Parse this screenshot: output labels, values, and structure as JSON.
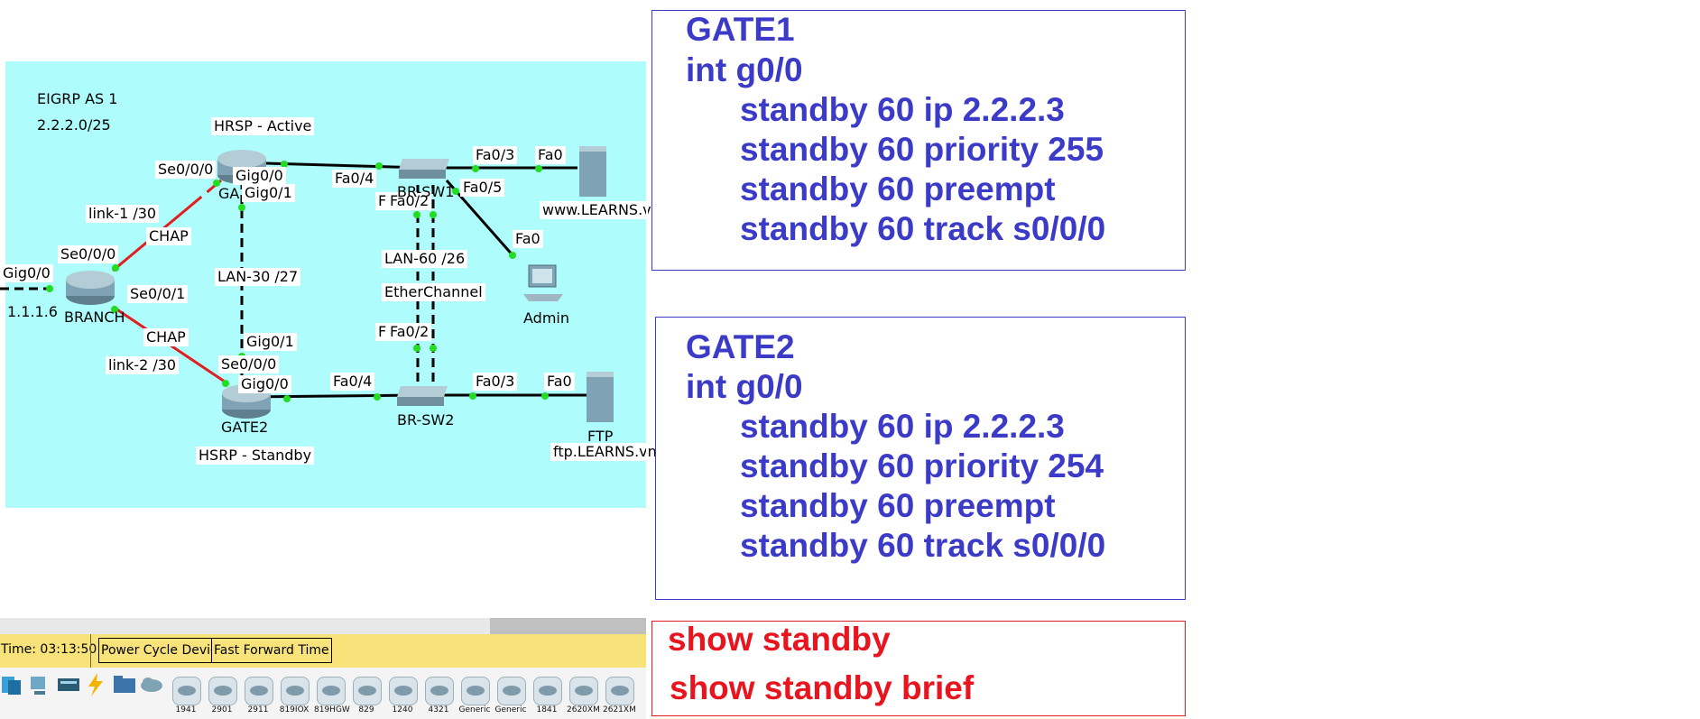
{
  "topology": {
    "area_labels": {
      "eigrp": "EIGRP AS 1",
      "network": "2.2.2.0/25",
      "hrsp_active": "HRSP - Active",
      "hsrp_standby": "HSRP - Standby",
      "link1": "link-1 /30",
      "link2": "link-2 /30",
      "chap1": "CHAP",
      "chap2": "CHAP",
      "lan30": "LAN-30 /27",
      "lan60": "LAN-60 /26",
      "etherchannel": "EtherChannel",
      "gig00_left": "Gig0/0",
      "ip_left": "1.1.1.6"
    },
    "devices": {
      "branch": "BRANCH",
      "gate1": "GA",
      "gate2": "GATE2",
      "sw1": "BR-SW1",
      "sw2": "BR-SW2",
      "www_server": "www.LEARNS.vn",
      "admin": "Admin",
      "ftp": "FTP",
      "ftp_server": "ftp.LEARNS.vn"
    },
    "ports": {
      "g1_se000": "Se0/0/0",
      "g1_gig00": "Gig0/0",
      "g1_gig01": "Gig0/1",
      "sw1_fa04": "Fa0/4",
      "sw1_fa02a": "F",
      "sw1_fa02": "Fa0/2",
      "sw1_fa03": "Fa0/3",
      "sw1_fa05": "Fa0/5",
      "www_fa0": "Fa0",
      "admin_fa0": "Fa0",
      "br_se000": "Se0/0/0",
      "br_se001": "Se0/0/1",
      "g2_gig01": "Gig0/1",
      "g2_se000": "Se0/0/0",
      "g2_gig00": "Gig0/0",
      "sw2_fa04": "Fa0/4",
      "sw2_fa02a": "F",
      "sw2_fa02": "Fa0/2",
      "sw2_fa03": "Fa0/3",
      "ftp_fa0": "Fa0"
    }
  },
  "gate1": {
    "title": "GATE1",
    "iface": "int g0/0",
    "lines": [
      "standby 60 ip 2.2.2.3",
      "standby 60 priority 255",
      "standby 60 preempt",
      "standby 60 track s0/0/0"
    ]
  },
  "gate2": {
    "title": "GATE2",
    "iface": "int g0/0",
    "lines": [
      "standby 60 ip 2.2.2.3",
      "standby 60 priority 254",
      "standby 60 preempt",
      "standby 60 track s0/0/0"
    ]
  },
  "commands": [
    "show standby",
    "show standby brief"
  ],
  "statusbar": {
    "time": "Time: 03:13:50",
    "power_cycle": "Power Cycle Devices",
    "fast_forward": "Fast Forward Time"
  },
  "device_palette": [
    "1941",
    "2901",
    "2911",
    "819IOX",
    "819HGW",
    "829",
    "1240",
    "4321",
    "Generic",
    "Generic",
    "1841",
    "2620XM",
    "2621XM"
  ],
  "colors": {
    "canvas": "#aefcfc",
    "config_text": "#3b3bc8",
    "command_text": "#e8141e",
    "serial_link": "#e02020",
    "port_up": "#22dd22"
  }
}
